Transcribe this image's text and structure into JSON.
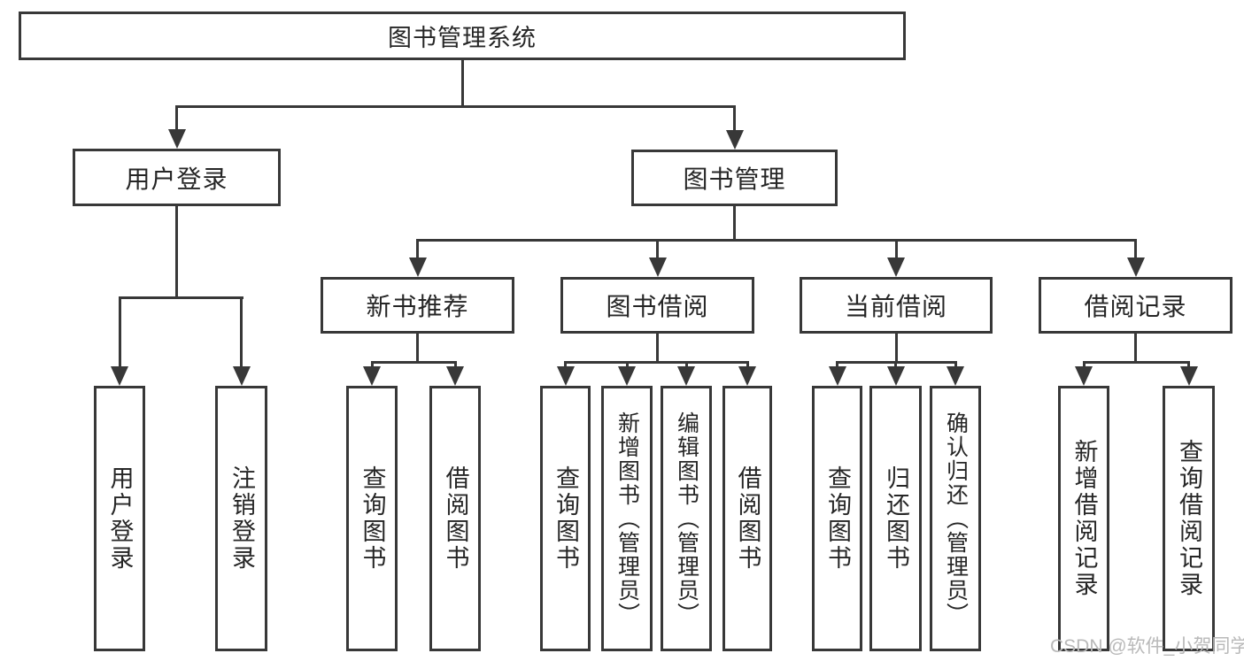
{
  "colors": {
    "line": "#383838",
    "text": "#262626",
    "watermark": "#b9b9b9",
    "background": "#ffffff"
  },
  "chart_data": {
    "type": "tree-diagram",
    "title": "图书管理系统"
  },
  "nodes": {
    "root": {
      "label": "图书管理系统"
    },
    "level2": [
      {
        "label": "用户登录",
        "parent": "图书管理系统"
      },
      {
        "label": "图书管理",
        "parent": "图书管理系统"
      }
    ],
    "level3": [
      {
        "label": "新书推荐",
        "parent": "图书管理"
      },
      {
        "label": "图书借阅",
        "parent": "图书管理"
      },
      {
        "label": "当前借阅",
        "parent": "图书管理"
      },
      {
        "label": "借阅记录",
        "parent": "图书管理"
      }
    ],
    "leaves": [
      {
        "label": "用户登录",
        "parent": "用户登录"
      },
      {
        "label": "注销登录",
        "parent": "用户登录"
      },
      {
        "label": "查询图书",
        "parent": "新书推荐"
      },
      {
        "label": "借阅图书",
        "parent": "新书推荐"
      },
      {
        "label": "查询图书",
        "parent": "图书借阅"
      },
      {
        "label": "新增图书（管理员）",
        "parent": "图书借阅"
      },
      {
        "label": "编辑图书（管理员）",
        "parent": "图书借阅"
      },
      {
        "label": "借阅图书",
        "parent": "图书借阅"
      },
      {
        "label": "查询图书",
        "parent": "当前借阅"
      },
      {
        "label": "归还图书",
        "parent": "当前借阅"
      },
      {
        "label": "确认归还（管理员）",
        "parent": "当前借阅"
      },
      {
        "label": "新增借阅记录",
        "parent": "借阅记录"
      },
      {
        "label": "查询借阅记录",
        "parent": "借阅记录"
      }
    ]
  },
  "watermark": {
    "text": "CSDN @软件_小贺同学"
  }
}
